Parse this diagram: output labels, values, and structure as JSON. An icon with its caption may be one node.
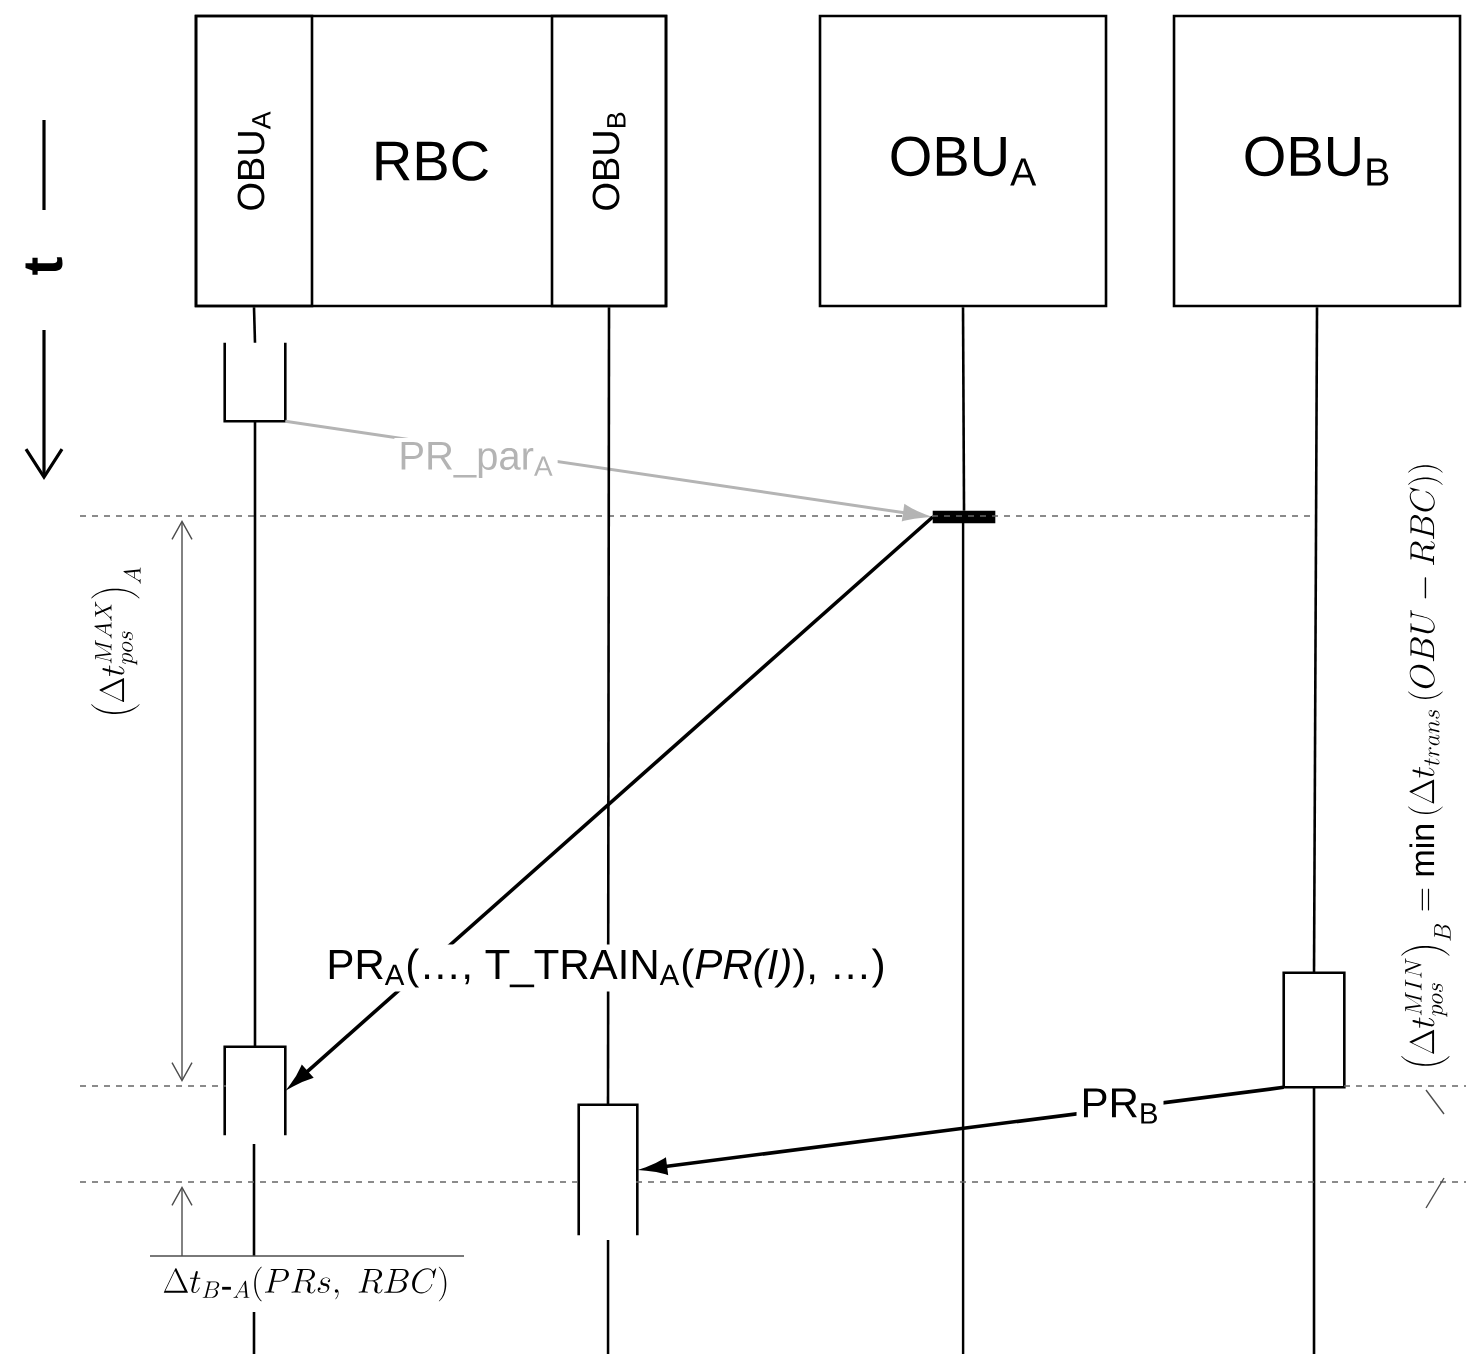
{
  "diagram": {
    "nodes": [
      {
        "text": [
          "RBC"
        ]
      },
      {
        "text": [
          "OBU$_{A}$"
        ],
        "in": 0
      },
      {
        "text": [
          "OBU$_{B}$"
        ],
        "in": 0
      },
      {
        "text": [
          "OBU$_{A}$"
        ]
      },
      {
        "text": [
          "OBU$_{B}$"
        ]
      },
      {
        "text": [],
        "shape": "box"
      },
      {
        "text": [],
        "shape": "bar"
      },
      {
        "text": [],
        "shape": "box"
      },
      {
        "text": [],
        "shape": "box"
      },
      {
        "text": [],
        "shape": "box"
      }
    ],
    "edges": [
      {
        "from": 5,
        "to": 6,
        "arrow": "to",
        "label": "PR_par$_{A}$",
        "color": "#b4b4b4"
      },
      {
        "from": 6,
        "to": 7,
        "arrow": "to",
        "label": "PR$_{A}$(…, T_TRAIN$_{A}$(*PR(I)*), …)"
      },
      {
        "from": 9,
        "to": 8,
        "arrow": "to",
        "label": "PR$_{B}$"
      },
      {
        "from": 1,
        "to": 5,
        "arrow": "none"
      },
      {
        "from": 5,
        "to": 7,
        "arrow": "none"
      },
      {
        "from": 2,
        "to": 8,
        "arrow": "none"
      },
      {
        "from": 3,
        "to": 6,
        "arrow": "none"
      },
      {
        "from": 4,
        "to": 9,
        "arrow": "none"
      }
    ],
    "labels": [
      "t",
      "\\left(\\Delta t_{pos}^{MAX}\\right)_{A}",
      "\\left(\\Delta t_{pos}^{MIN}\\right)_{B}=\\min\\left(\\Delta t_{trans}\\left(OBU-RBC\\right)\\right)",
      "\\Delta t_{B\\mbox{-}A}(PRs,\\ RBC)"
    ]
  }
}
